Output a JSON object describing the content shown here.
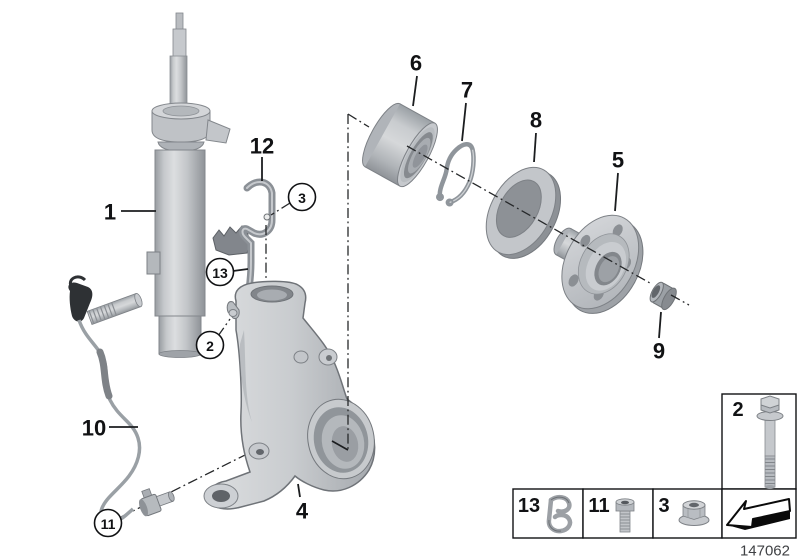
{
  "drawing": {
    "number": "147062"
  },
  "colors": {
    "background": "#ffffff",
    "outline": "#1b1d1f",
    "part_light": "#d6d8da",
    "part_mid": "#b6babe",
    "part_dark": "#8f9398"
  },
  "callouts": {
    "strut": {
      "label": "1"
    },
    "pinch_bolt": {
      "label": "2"
    },
    "bracket_nut": {
      "label": "3"
    },
    "steering_knuckle": {
      "label": "4"
    },
    "wheel_hub": {
      "label": "5"
    },
    "wheel_bearing": {
      "label": "6"
    },
    "snap_ring": {
      "label": "7"
    },
    "dust_shield": {
      "label": "8"
    },
    "collar_nut": {
      "label": "9"
    },
    "sensor_cable": {
      "label": "10"
    },
    "abs_sensor": {
      "label": "11"
    },
    "cable_bracket": {
      "label": "12"
    },
    "cable_clip": {
      "label": "13"
    }
  },
  "legend": {
    "bolt_box": {
      "label": "2"
    },
    "clip_box": {
      "label": "13"
    },
    "screw_box": {
      "label": "11"
    },
    "nut_box": {
      "label": "3"
    }
  }
}
